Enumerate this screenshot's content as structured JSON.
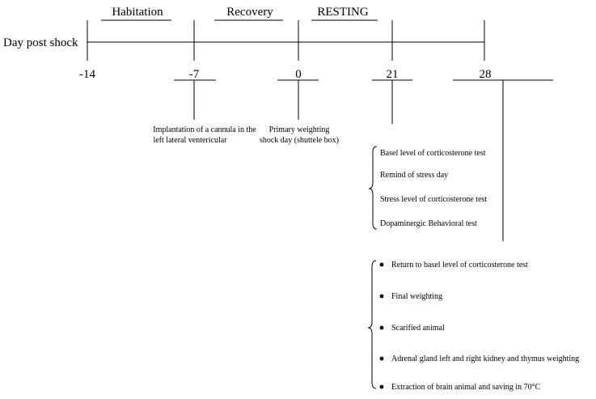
{
  "axis_label": "Day post shock",
  "phases": [
    {
      "id": "habitation",
      "label": "Habitation"
    },
    {
      "id": "recovery",
      "label": "Recovery"
    },
    {
      "id": "resting",
      "label": "RESTING"
    }
  ],
  "days": [
    {
      "id": "m14",
      "label": "-14"
    },
    {
      "id": "m7",
      "label": "-7"
    },
    {
      "id": "d0",
      "label": "0"
    },
    {
      "id": "d21",
      "label": "21"
    },
    {
      "id": "d28",
      "label": "28"
    }
  ],
  "events": {
    "m7": [
      "Implantation of a cannula in the",
      "left lateral ventericular"
    ],
    "d0": [
      "Primary weighting",
      "shock day (shuttele box)"
    ]
  },
  "day21_items": [
    "Basel level of corticosterone test",
    "Remind of stress day",
    "Stress level of corticosterone test",
    "Dopaminergic Behavioral test"
  ],
  "day28_items": [
    "Return to basel level of corticosterone test",
    "Final weighting",
    "Scarified animal",
    "Adrenal gland left and right kidney and thymus weighting",
    "Extraction of brain animal and saving in 70°C"
  ]
}
